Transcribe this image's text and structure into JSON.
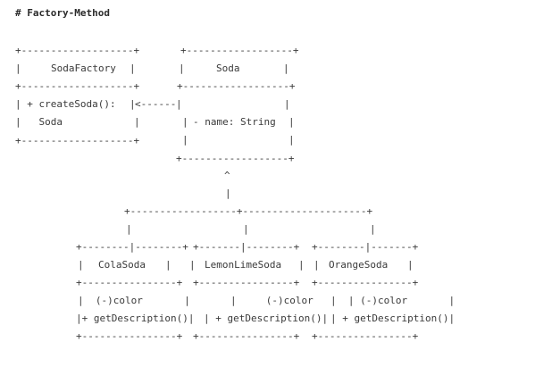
{
  "document": {
    "title": "# Factory-Method"
  },
  "diagram": {
    "sodafactory": {
      "border_top": "+-------------------+",
      "name_row_left": "|",
      "name": "SodaFactory",
      "name_row_right": "|",
      "border_mid": "+-------------------+",
      "method_row_1": "| + createSoda():",
      "method_row_2": "|   Soda",
      "row_right_1": "|",
      "row_right_2": "|",
      "border_bottom": "+-------------------+"
    },
    "arrow_left": "<------",
    "soda": {
      "border_top": "+------------------+",
      "name_row_left": "|",
      "name": "Soda",
      "name_row_right": "|",
      "border_mid": "+------------------+",
      "row_1_left": "|",
      "row_1_right": "|",
      "attr": "- name: String",
      "attr_left": "|",
      "attr_right": "|",
      "row_3_left": "|",
      "row_3_right": "|",
      "border_bottom": "+------------------+"
    },
    "inherit_arrow_head": "^",
    "inherit_arrow_stem": "|",
    "branch_line": "+------------------+---------------------+",
    "drop_1": "|",
    "drop_2": "|",
    "drop_3": "|",
    "colasoda": {
      "border_top": "+--------|--------+",
      "name": "ColaSoda",
      "left": "|",
      "right": "|",
      "border_mid": "+----------------+",
      "attr_line": "|  (-)color       |",
      "method_line": "|+ getDescription()|",
      "border_bottom": "+----------------+"
    },
    "lemonlimesoda": {
      "border_top": "+-------|--------+",
      "name": "LemonLimeSoda",
      "left": "|",
      "right": "|",
      "border_mid": "+----------------+",
      "attr_line": "|     (-)color",
      "method_line": "| + getDescription()|",
      "border_bottom": "+----------------+"
    },
    "orangesoda": {
      "border_top": "+--------|-------+",
      "name": "OrangeSoda",
      "left": "|",
      "right": "|",
      "border_mid": "+----------------+",
      "attr_line": "|  | (-)color       |",
      "method_line": "| + getDescription()|",
      "border_bottom": "+----------------+"
    }
  }
}
